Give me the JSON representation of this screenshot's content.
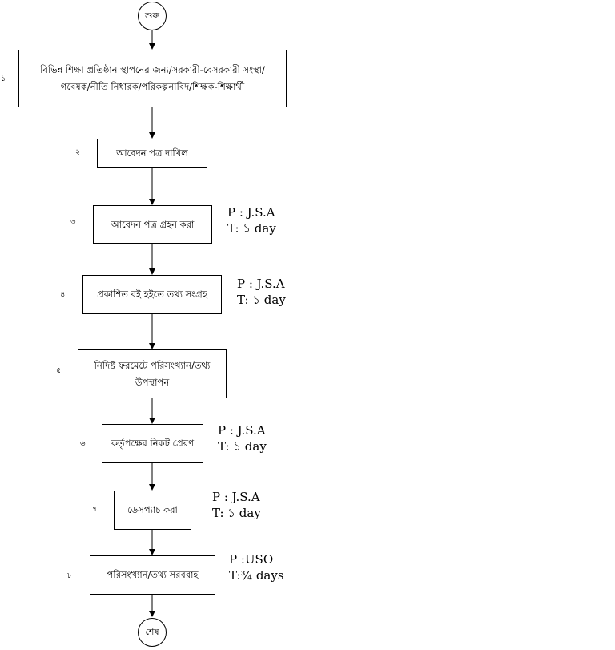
{
  "start": "শুরু",
  "end": "শেষ",
  "steps": [
    {
      "num": "১",
      "text": "বিভিন্ন শিক্ষা প্রতিষ্ঠান স্থাপনের জন্য/সরকারী-বেসরকারী সংস্থা/ গবেষক/নীতি নিধারক/পরিকল্পনাবিদ/শিক্ষক-শিক্ষার্থী"
    },
    {
      "num": "২",
      "text": "আবেদন পত্র দাখিল"
    },
    {
      "num": "৩",
      "text": "আবেদন পত্র  গ্রহন করা",
      "p": "P : J.S.A",
      "t": "T: ১ day"
    },
    {
      "num": "৪",
      "text": "প্রকাশিত বই হইতে তথ্য সংগ্রহ",
      "p": "P : J.S.A",
      "t": "T: ১ day"
    },
    {
      "num": "৫",
      "text": "নিদিষ্ট ফরমেটে পরিসংখ্যান/তথ্য উপস্থাপন"
    },
    {
      "num": "৬",
      "text": "কর্তৃপক্ষের নিকট প্রেরণ",
      "p": "P : J.S.A",
      "t": "T: ১ day"
    },
    {
      "num": "৭",
      "text": "ডেসপ্যাচ করা",
      "p": "P : J.S.A",
      "t": "T: ১ day"
    },
    {
      "num": "৮",
      "text": "পরিসংখ্যান/তথ্য সরবরাহ",
      "p": "P :USO",
      "t": "T:¾ days"
    }
  ]
}
